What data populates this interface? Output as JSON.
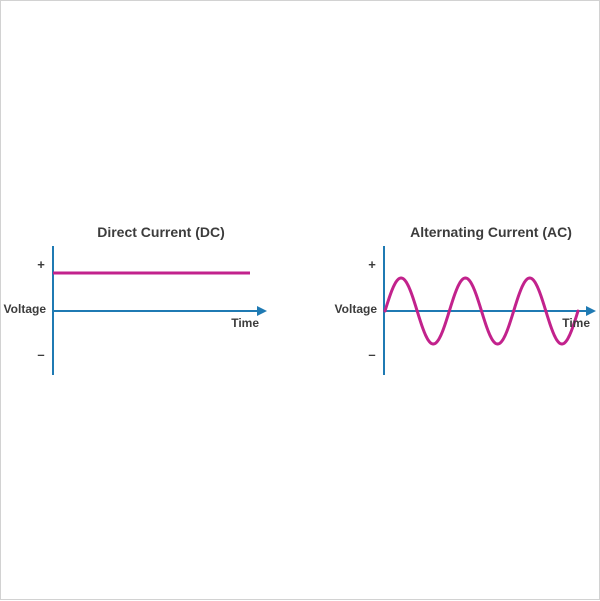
{
  "colors": {
    "axis": "#1f7ab3",
    "signal": "#c2228c",
    "text": "#3c3c3c"
  },
  "dc": {
    "title": "Direct Current (DC)",
    "ylabel": "Voltage",
    "xlabel": "Time",
    "plus": "+",
    "minus": "–",
    "signal": "constant positive voltage"
  },
  "ac": {
    "title": "Alternating Current (AC)",
    "ylabel": "Voltage",
    "xlabel": "Time",
    "plus": "+",
    "minus": "–",
    "signal": "sine wave",
    "cycles": 3
  }
}
